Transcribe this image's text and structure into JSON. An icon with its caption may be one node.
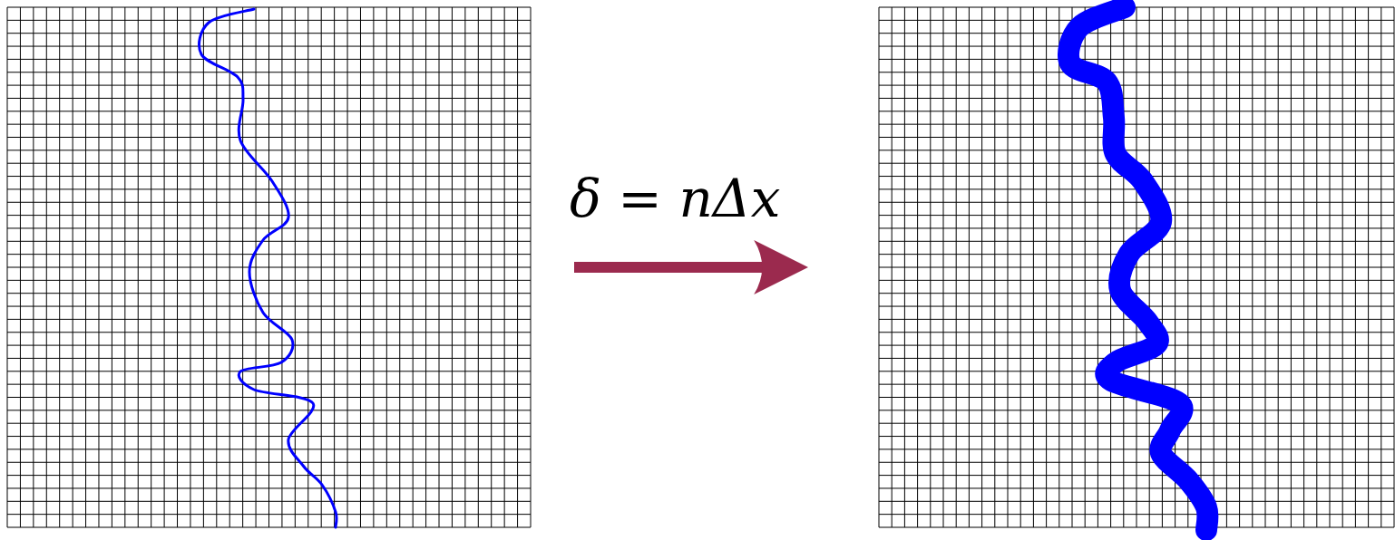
{
  "diagram": {
    "nodes": [
      {
        "text": [],
        "shape": "picture"
      },
      {
        "text": [],
        "shape": "picture"
      }
    ],
    "edges": [
      {
        "from": 0,
        "to": 1,
        "arrow": "to",
        "label": "δ = nΔx",
        "color": "#9b2a4e"
      }
    ]
  }
}
